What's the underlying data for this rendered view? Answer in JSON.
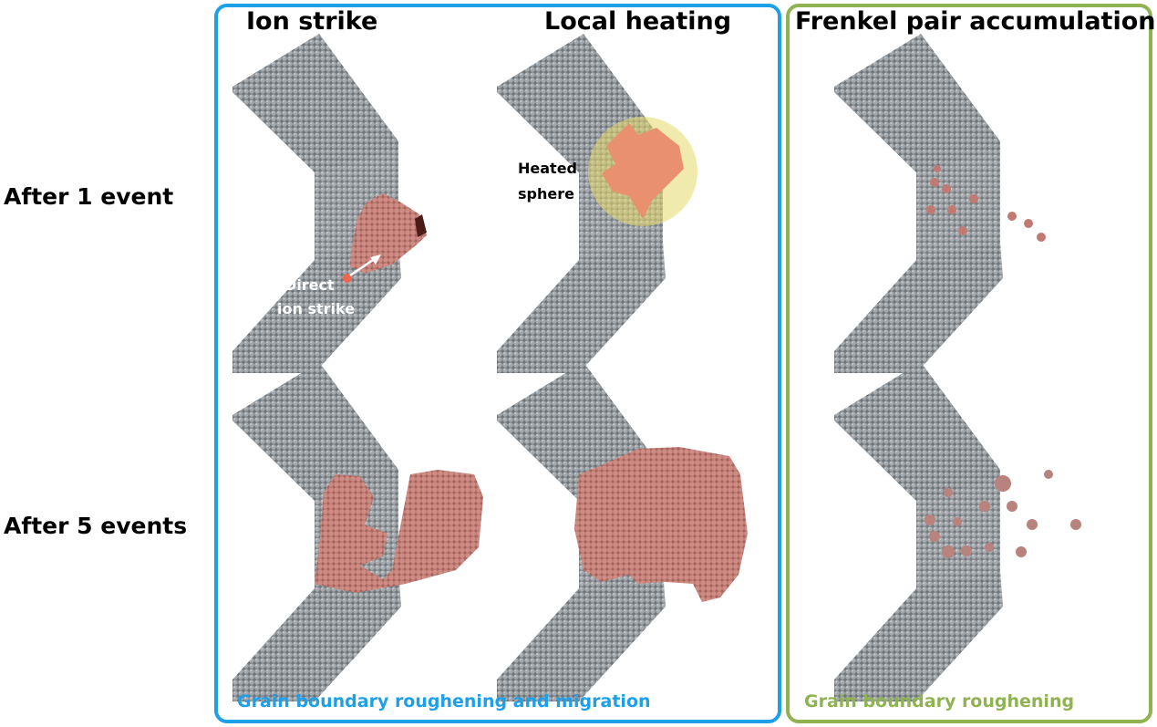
{
  "columns": [
    "Ion strike",
    "Local heating",
    "Frenkel pair accumulation"
  ],
  "rows": [
    "After 1 event",
    "After 5 events"
  ],
  "annotations": {
    "direct_ion_strike_line1": "Direct",
    "direct_ion_strike_line2": "ion strike",
    "heated_sphere_line1": "Heated",
    "heated_sphere_line2": "sphere"
  },
  "captions": {
    "blue_group": "Grain boundary roughening and migration",
    "green_group": "Grain boundary roughening"
  },
  "colors": {
    "blue": "#1ea0e8",
    "green": "#8fb350",
    "atoms": "#8a8f93",
    "damaged": "#c9827a"
  }
}
